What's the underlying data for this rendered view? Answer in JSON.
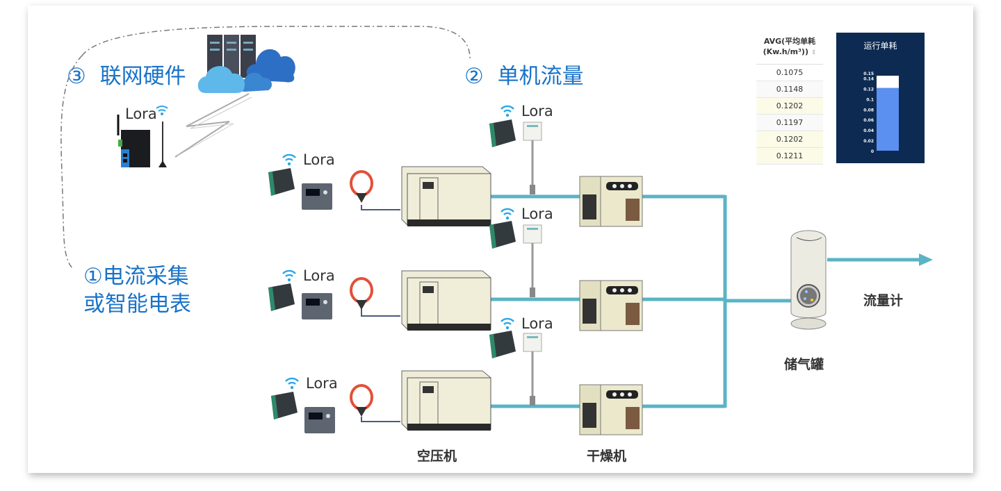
{
  "sections": {
    "network": {
      "number": "③",
      "label": "联网硬件"
    },
    "flow": {
      "number": "②",
      "label": "单机流量"
    },
    "current": {
      "line1": "①电流采集",
      "line2": "或智能电表"
    }
  },
  "lora_label": "Lora",
  "equipment_labels": {
    "compressor": "空压机",
    "dryer": "干燥机",
    "tank": "储气罐",
    "flowmeter": "流量计"
  },
  "table": {
    "header_line1": "AVG(平均单耗",
    "header_line2": "(Kw.h/m³))",
    "sort_icon": "sort-icon",
    "values": [
      "0.1075",
      "0.1148",
      "0.1202",
      "0.1197",
      "0.1202",
      "0.1211"
    ]
  },
  "colors": {
    "title_blue": "#1a73c8",
    "pipe": "#5ab4c4",
    "gauge_bg": "#0d2b52",
    "gauge_fill": "#5b8ff0"
  },
  "chart_data": {
    "type": "bar",
    "title": "运行单耗",
    "categories": [
      ""
    ],
    "values": [
      0.1211
    ],
    "max_marker": 0.15,
    "ylim": [
      0,
      0.15
    ],
    "yticks": [
      "0",
      "0.02",
      "0.04",
      "0.06",
      "0.08",
      "0.1",
      "0.12",
      "0.14",
      "0.15"
    ],
    "xlabel": "",
    "ylabel": ""
  }
}
